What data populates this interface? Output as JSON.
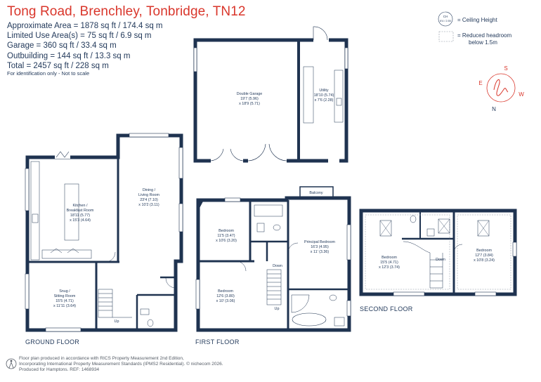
{
  "header": {
    "title": "Tong Road, Brenchley, Tonbridge, TN12",
    "areas": [
      "Approximate Area = 1878 sq ft / 174.4 sq m",
      "Limited Use Area(s) = 75 sq ft / 6.9 sq m",
      "Garage = 360 sq ft / 33.4 sq m",
      "Outbuilding = 144 sq ft / 13.3 sq m",
      "Total = 2457 sq ft / 228 sq m"
    ],
    "identification": "For identification only - Not to scale"
  },
  "legend": {
    "ch_symbol": "CH",
    "ch_value": "8'4 / 2.55",
    "ceiling_height": "= Ceiling Height",
    "reduced_headroom_1": "= Reduced headroom",
    "reduced_headroom_2": "below 1.5m"
  },
  "compass": {
    "north": "N",
    "south": "S",
    "east": "E",
    "west": "W"
  },
  "floors": {
    "ground": "GROUND FLOOR",
    "first": "FIRST FLOOR",
    "second": "SECOND FLOOR"
  },
  "rooms": {
    "garage": {
      "name": "Double Garage",
      "dim1": "19'7 (5.96)",
      "dim2": "x 18'9 (5.71)"
    },
    "utility": {
      "name": "Utility",
      "dim1": "18'10 (5.74)",
      "dim2": "x 7'6 (2.28)"
    },
    "kitchen": {
      "name1": "Kitchen /",
      "name2": "Breakfast Room",
      "dim1": "18'11 (5.77)",
      "dim2": "x 15'3 (4.64)"
    },
    "dining": {
      "name1": "Dining /",
      "name2": "Living Room",
      "dim1": "23'4 (7.10)",
      "dim2": "x 10'2 (3.11)"
    },
    "snug": {
      "name1": "Snug /",
      "name2": "Sitting Room",
      "dim1": "15'5 (4.71)",
      "dim2": "x 11'11 (3.64)"
    },
    "ground_up": "Up",
    "ff_bed_a": {
      "name": "Bedroom",
      "dim1": "11'5 (3.47)",
      "dim2": "x 10'6 (3.20)"
    },
    "ff_bed_b": {
      "name": "Bedroom",
      "dim1": "12'6 (3.80)",
      "dim2": "x 10' (3.06)"
    },
    "principal": {
      "name": "Principal Bedroom",
      "dim1": "16'3 (4.95)",
      "dim2": "x 11' (3.36)"
    },
    "balcony": "Balcony",
    "ff_down": "Down",
    "ff_up": "Up",
    "sf_bed_a": {
      "name": "Bedroom",
      "dim1": "15'5 (4.71)",
      "dim2": "x 12'3 (3.74)"
    },
    "sf_bed_b": {
      "name": "Bedroom",
      "dim1": "12'7 (3.84)",
      "dim2": "x 10'8 (3.24)"
    },
    "sf_down": "Down"
  },
  "footer": {
    "line1": "Floor plan produced in accordance with RICS Property Measurement 2nd Edition,",
    "line2": "Incorporating International Property Measurement Standards (IPMS2 Residential).  © nichecom 2026.",
    "line3": "Produced for Hamptons.   REF:  1468934"
  },
  "colors": {
    "title": "#d9362b",
    "text": "#233a5b",
    "wall": "#1f3350",
    "compass": "#d9362b"
  }
}
